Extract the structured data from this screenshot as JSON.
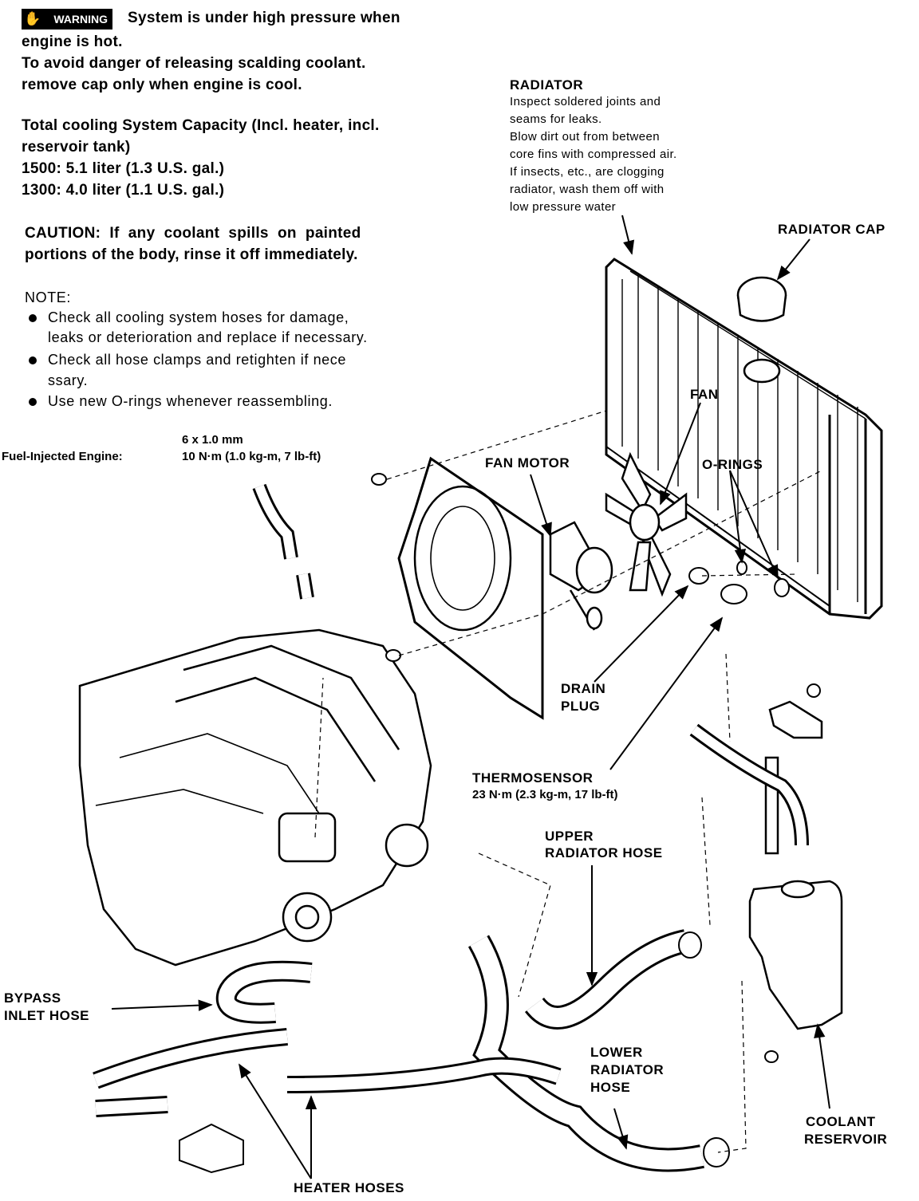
{
  "warning": {
    "badge": "WARNING",
    "line1": "System is under high pressure when",
    "line2": "engine is hot.",
    "line3": "To avoid danger of releasing scalding coolant.",
    "line4": "remove cap only when engine is cool."
  },
  "capacity": {
    "line1": "Total cooling System Capacity (Incl. heater, incl.",
    "line2": "reservoir tank)",
    "line3": "1500: 5.1 liter (1.3 U.S. gal.)",
    "line4": "1300: 4.0 liter (1.1 U.S. gal.)"
  },
  "caution": {
    "line1": "CAUTION:  If  any  coolant  spills  on  painted",
    "line2": "portions of the body, rinse it off immediately."
  },
  "note": {
    "title": "NOTE:",
    "items": [
      {
        "line1": "Check all cooling system hoses for damage,",
        "line2": "leaks or deterioration and replace if necessary."
      },
      {
        "line1": "Check all hose clamps and retighten if nece",
        "line2": "ssary."
      },
      {
        "line1": "Use new O-rings whenever reassembling.",
        "line2": ""
      }
    ]
  },
  "fuel_injected": {
    "bolt": "6 x 1.0 mm",
    "engine_label": "Fuel-Injected Engine:",
    "torque": "10 N·m (1.0 kg-m, 7 lb-ft)"
  },
  "radiator": {
    "title": "RADIATOR",
    "lines": [
      "Inspect soldered joints and",
      "seams for leaks.",
      "Blow dirt out from between",
      "core fins with compressed air.",
      "If insects, etc., are clogging",
      "radiator, wash them off with",
      "low pressure water"
    ]
  },
  "labels": {
    "radiator_cap": "RADIATOR CAP",
    "fan": "FAN",
    "fan_motor": "FAN MOTOR",
    "o_rings": "O-RINGS",
    "drain_plug_1": "DRAIN",
    "drain_plug_2": "PLUG",
    "thermosensor": "THERMOSENSOR",
    "thermosensor_torque": "23 N·m (2.3 kg-m, 17 lb-ft)",
    "upper_hose_1": "UPPER",
    "upper_hose_2": "RADIATOR HOSE",
    "bypass_1": "BYPASS",
    "bypass_2": "INLET HOSE",
    "lower_hose_1": "LOWER",
    "lower_hose_2": "RADIATOR",
    "lower_hose_3": "HOSE",
    "coolant_1": "COOLANT",
    "coolant_2": "RESERVOIR",
    "heater_hoses": "HEATER HOSES"
  }
}
